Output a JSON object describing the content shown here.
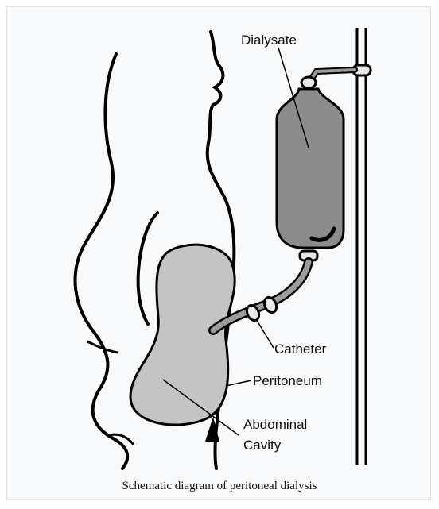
{
  "labels": {
    "dialysate": "Dialysate",
    "catheter": "Catheter",
    "peritoneum": "Peritoneum",
    "abdominal_line1": "Abdominal",
    "abdominal_line2": "Cavity"
  },
  "caption": "Schematic diagram of peritoneal dialysis",
  "colors": {
    "bag_fill": "#8c8c8c",
    "cavity_fill": "#c4c4c4",
    "stroke": "#000000"
  }
}
